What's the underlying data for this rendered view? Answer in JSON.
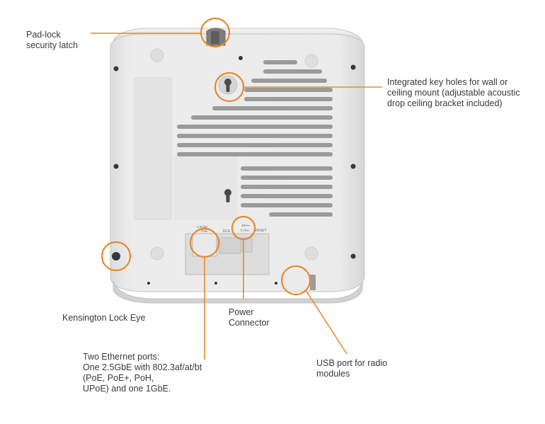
{
  "callouts": {
    "padlock": "Pad-lock\nsecurity latch",
    "keyholes": "Integrated key holes for wall or\nceiling mount (adjustable acoustic\ndrop ceiling bracket included)",
    "kensington": "Kensington Lock Eye",
    "power": "Power\nConnector",
    "ethernet": "Two Ethernet ports:\nOne 2.5GbE with 802.3af/at/bt\n(PoE, PoE+, PoH,\nUPoE) and one 1GbE.",
    "usb": "USB port for radio\nmodules"
  },
  "device_markings": {
    "port_poe_top": "2.5GbE",
    "port_poe": "PoE",
    "port_1g": "1G E",
    "power_top": "48V⎓",
    "power_bottom": "0.75A",
    "reset": "RESET"
  },
  "colors": {
    "callout": "#e8892b",
    "body": "#e9e9e9",
    "panel": "#e2e2e2",
    "slot": "#9a9a9a",
    "text": "#3a3a3a"
  }
}
